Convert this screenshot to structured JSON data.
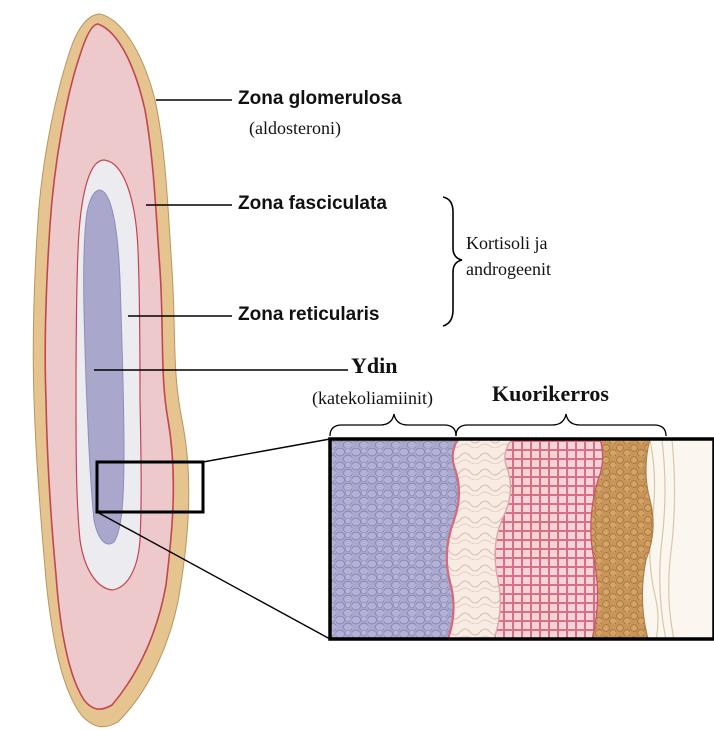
{
  "labels": {
    "zona_glomerulosa": "Zona glomerulosa",
    "aldosteroni": "(aldosteroni)",
    "zona_fasciculata": "Zona fasciculata",
    "zona_reticularis": "Zona reticularis",
    "kortisoli_line1": "Kortisoli ja",
    "kortisoli_line2": "androgeenit",
    "ydin": "Ydin",
    "katekoliamiinit": "(katekoliamiinit)",
    "kuorikerros": "Kuorikerros"
  },
  "colors": {
    "capsule": "#e6c48f",
    "capsule_edge": "#b99660",
    "glomerulosa_line": "#c0474f",
    "fasciculata": "#eec9cb",
    "reticularis": "#ececf0",
    "medulla": "#a9a8cc",
    "medulla_cell": "#8d8cbc",
    "cortex_red": "#d66a7a",
    "cortex_tan": "#c99a5a"
  }
}
